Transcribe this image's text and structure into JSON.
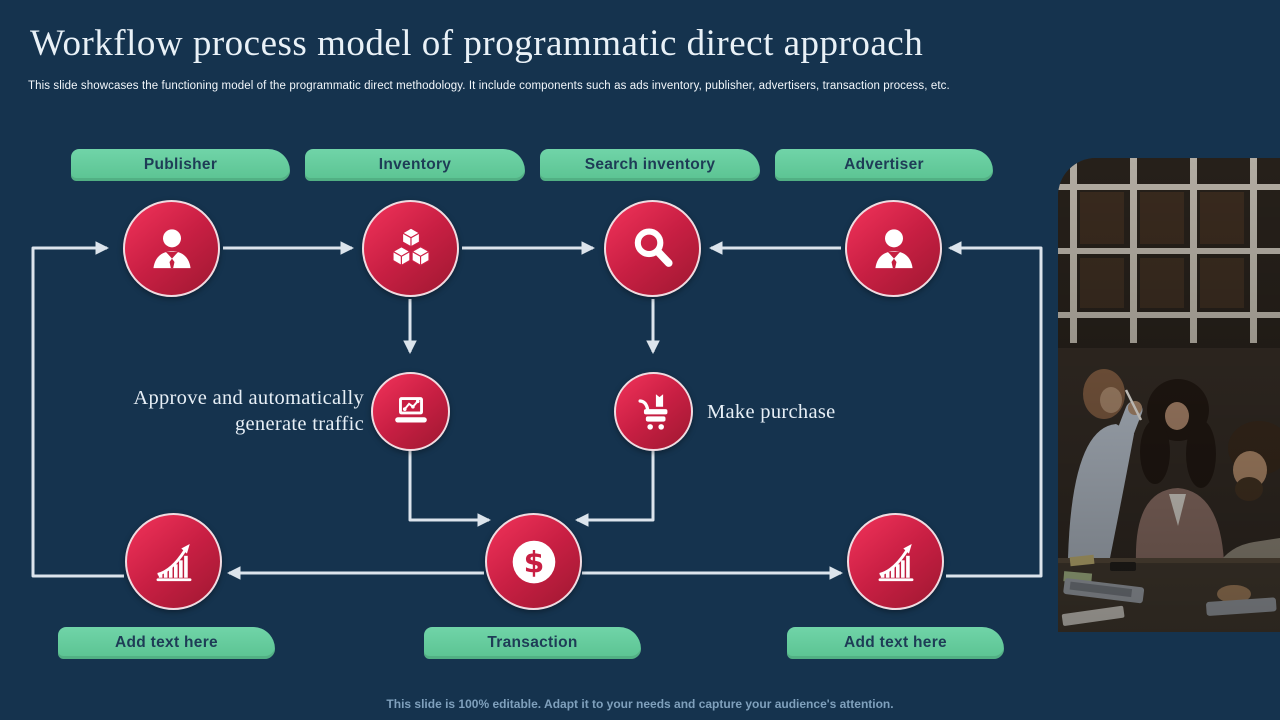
{
  "slide": {
    "title": "Workflow process model of programmatic direct approach",
    "subtitle": "This slide showcases the functioning model of the programmatic direct methodology. It include components such as ads inventory, publisher, advertisers, transaction process, etc.",
    "footer_note": "This slide is 100% editable. Adapt it to your needs and capture your audience's attention."
  },
  "top_labels": [
    {
      "label": "Publisher"
    },
    {
      "label": "Inventory"
    },
    {
      "label": "Search inventory"
    },
    {
      "label": "Advertiser"
    }
  ],
  "bottom_labels": [
    {
      "label": "Add text here"
    },
    {
      "label": "Transaction"
    },
    {
      "label": "Add text here"
    }
  ],
  "annotations": {
    "approve_traffic": "Approve and automatically generate traffic",
    "make_purchase": "Make purchase"
  },
  "nodes": [
    {
      "id": "publisher",
      "icon": "businessman-icon"
    },
    {
      "id": "inventory",
      "icon": "cubes-icon"
    },
    {
      "id": "search-inventory",
      "icon": "magnifier-icon"
    },
    {
      "id": "advertiser",
      "icon": "businessman-icon"
    },
    {
      "id": "generate-traffic",
      "icon": "laptop-chart-icon"
    },
    {
      "id": "make-purchase",
      "icon": "cart-icon"
    },
    {
      "id": "publisher-growth",
      "icon": "growth-chart-icon"
    },
    {
      "id": "transaction",
      "icon": "dollar-icon"
    },
    {
      "id": "advertiser-growth",
      "icon": "growth-chart-icon"
    }
  ],
  "flow_edges": [
    "publisher -> inventory",
    "inventory -> search-inventory",
    "advertiser -> search-inventory",
    "inventory -> generate-traffic",
    "search-inventory -> make-purchase",
    "generate-traffic -> transaction",
    "make-purchase -> transaction",
    "transaction -> publisher-growth",
    "transaction -> advertiser-growth",
    "publisher-growth -> publisher",
    "advertiser-growth -> advertiser"
  ],
  "colors": {
    "background": "#15334E",
    "tag_green": "#66CB9D",
    "node_red": "#D32148",
    "arrow": "#DCE4EC",
    "title_text": "#E9F1F7"
  }
}
